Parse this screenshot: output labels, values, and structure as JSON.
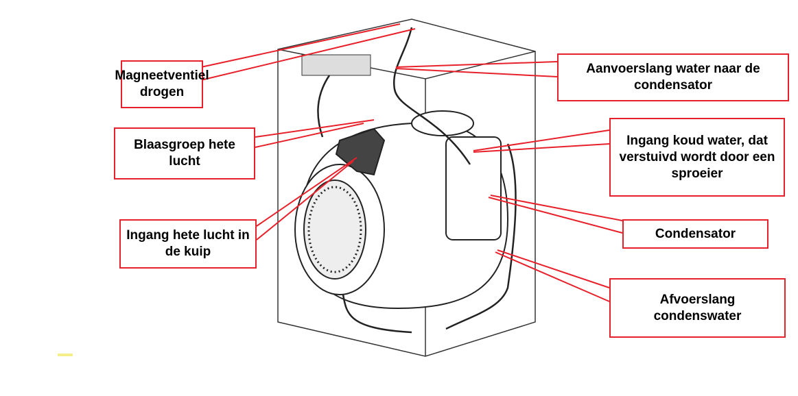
{
  "labels": {
    "magneetventiel": "Magneetventiel drogen",
    "aanvoerslang": "Aanvoerslang water naar de condensator",
    "blaasgroep": "Blaasgroep hete lucht",
    "ingang_koud": "Ingang koud water, dat verstuivd wordt door een sproeier",
    "ingang_hete": "Ingang hete lucht in de kuip",
    "condensator": "Condensator",
    "afvoerslang": "Afvoerslang condenswater"
  },
  "colors": {
    "leader": "#e8202a",
    "drawing": "#222222"
  }
}
